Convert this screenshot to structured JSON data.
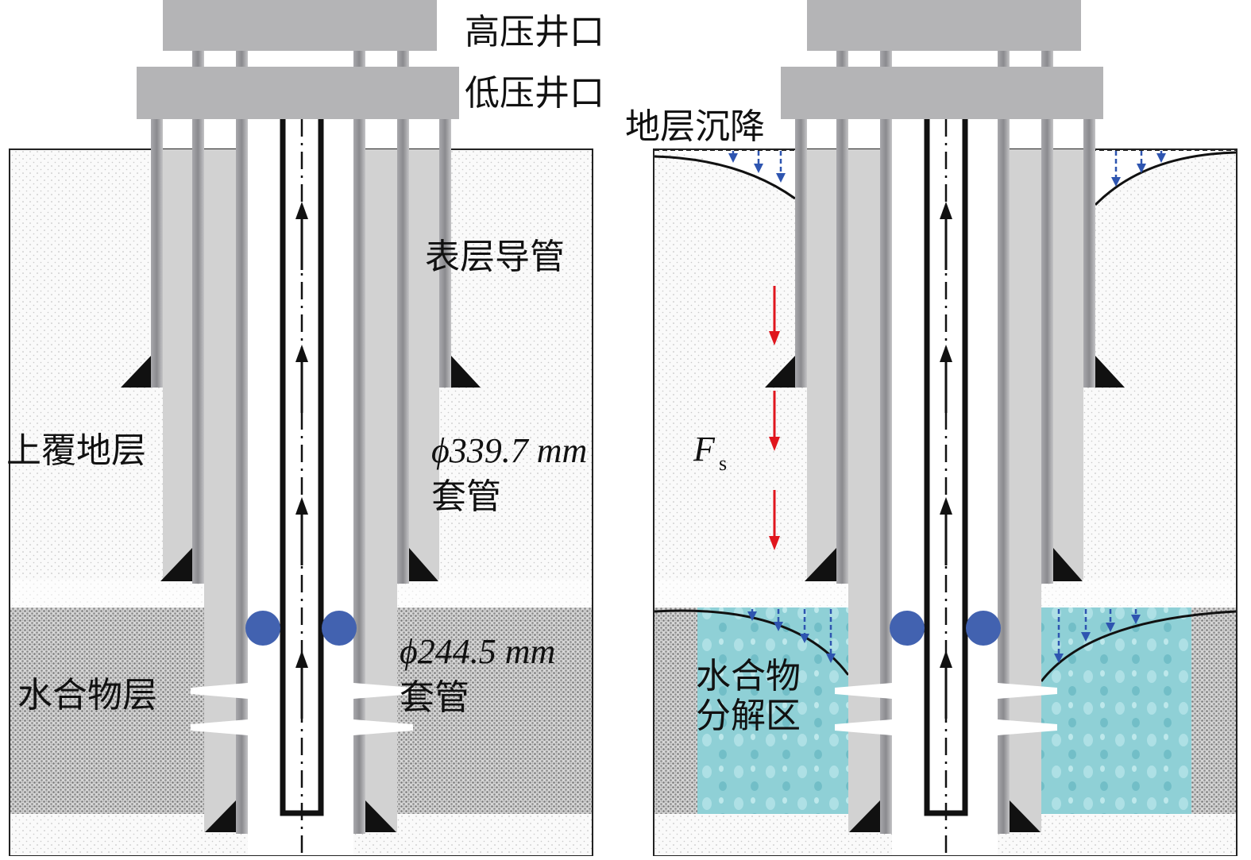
{
  "labels": {
    "high_pressure_wellhead": "高压井口",
    "low_pressure_wellhead": "低压井口",
    "formation_subsidence": "地层沉降",
    "surface_conductor": "表层导管",
    "overburden": "上覆地层",
    "casing_339_size": "ϕ339.7 mm",
    "casing_339_name": "套管",
    "casing_244_size": "ϕ244.5 mm",
    "casing_244_name": "套管",
    "hydrate_layer": "水合物层",
    "force_symbol": "F",
    "force_subscript": "s",
    "dissociation_zone_line1": "水合物",
    "dissociation_zone_line2": "分解区"
  },
  "colors": {
    "wellhead": "#b4b4b6",
    "pipe": "#8c8c90",
    "cement": "#d2d2d2",
    "hydrate": "#8e8e8e",
    "dissociation": "#8fd0d6",
    "packer": "#4262b0",
    "force_arrow": "#e0161e",
    "subsidence_arrow": "#2e55b0"
  }
}
